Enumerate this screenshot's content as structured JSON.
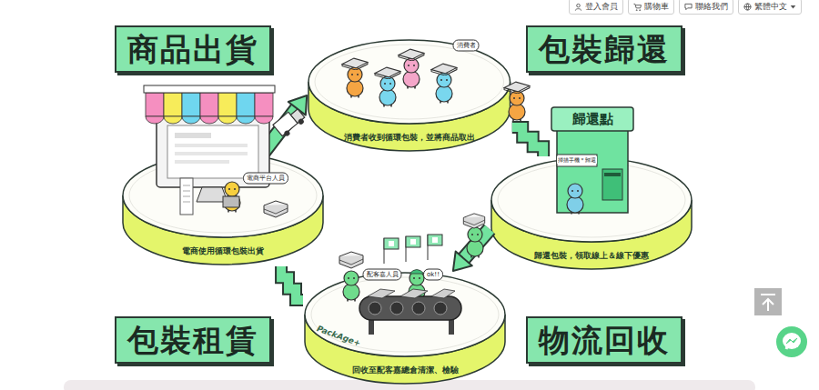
{
  "diagram": {
    "nodes": [
      {
        "text": [
          "商品出貨"
        ]
      },
      {
        "text": [
          "消費者收到循環包裝，並將商品取出"
        ]
      },
      {
        "text": [
          "包裝歸還"
        ]
      },
      {
        "text": [
          "電商使用循環包裝出貨"
        ]
      },
      {
        "text": [
          "歸還包裝，領取線上＆線下優惠"
        ]
      },
      {
        "text": [
          "包裝租賃"
        ]
      },
      {
        "text": [
          "回收至配客嘉總倉清潔、檢驗"
        ]
      },
      {
        "text": [
          "物流回收"
        ]
      }
    ],
    "edges": [
      {
        "from": 3,
        "to": 1,
        "arrow": "to"
      },
      {
        "from": 1,
        "to": 4,
        "arrow": "none"
      },
      {
        "from": 4,
        "to": 6,
        "arrow": "to"
      },
      {
        "from": 6,
        "to": 3,
        "arrow": "none"
      }
    ],
    "labels": [
      "登入會員",
      "購物車",
      "聯絡我們",
      "繁體中文",
      "消費者",
      "電商平台人員",
      "歸還點",
      "掃描手機＊歸還",
      "配客嘉人員",
      "ok!!",
      "PackAge+"
    ]
  }
}
